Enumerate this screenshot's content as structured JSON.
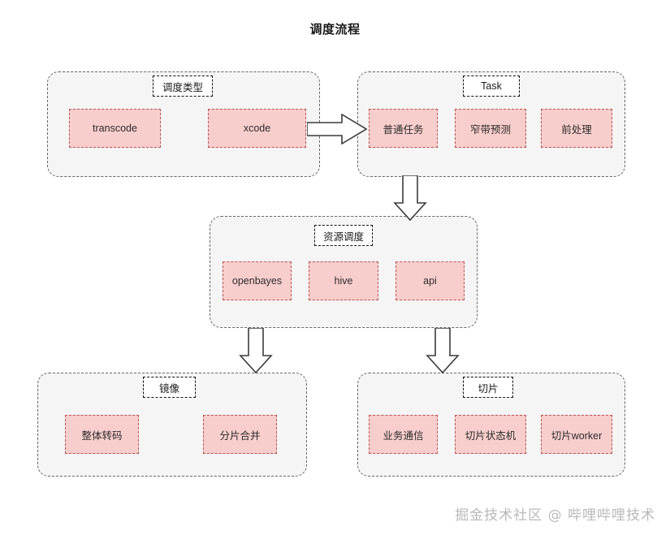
{
  "title": "调度流程",
  "watermark": "掘金技术社区 @ 哔哩哔哩技术",
  "colors": {
    "group_fill": "#f5f5f5",
    "group_stroke": "#666666",
    "node_fill": "#f8cecc",
    "node_stroke": "#b85450",
    "label_fill": "#ffffff",
    "label_stroke": "#111111",
    "arrow_fill": "#ffffff",
    "arrow_stroke": "#3b3b3b",
    "title_color": "#1a1a1a",
    "watermark_color": "#b9b9b9"
  },
  "groups": [
    {
      "id": "schedule-type",
      "label": "调度类型",
      "nodes": [
        {
          "id": "transcode",
          "label": "transcode"
        },
        {
          "id": "xcode",
          "label": "xcode"
        }
      ]
    },
    {
      "id": "task",
      "label": "Task",
      "nodes": [
        {
          "id": "normal-task",
          "label": "普通任务"
        },
        {
          "id": "narrowband-predict",
          "label": "窄带预测"
        },
        {
          "id": "preprocess",
          "label": "前处理"
        }
      ]
    },
    {
      "id": "resource-schedule",
      "label": "资源调度",
      "nodes": [
        {
          "id": "openbayes",
          "label": "openbayes"
        },
        {
          "id": "hive",
          "label": "hive"
        },
        {
          "id": "api",
          "label": "api"
        }
      ]
    },
    {
      "id": "image",
      "label": "镜像",
      "nodes": [
        {
          "id": "whole-transcode",
          "label": "整体转码"
        },
        {
          "id": "segment-merge",
          "label": "分片合并"
        }
      ]
    },
    {
      "id": "slice",
      "label": "切片",
      "nodes": [
        {
          "id": "business-comm",
          "label": "业务通信"
        },
        {
          "id": "slice-state-machine",
          "label": "切片状态机"
        },
        {
          "id": "slice-worker",
          "label": "切片worker"
        }
      ]
    }
  ],
  "arrows": [
    {
      "id": "schedule-type-to-task",
      "direction": "right"
    },
    {
      "id": "task-to-resource-schedule",
      "direction": "down"
    },
    {
      "id": "resource-schedule-to-image",
      "direction": "down"
    },
    {
      "id": "resource-schedule-to-slice",
      "direction": "down"
    }
  ]
}
